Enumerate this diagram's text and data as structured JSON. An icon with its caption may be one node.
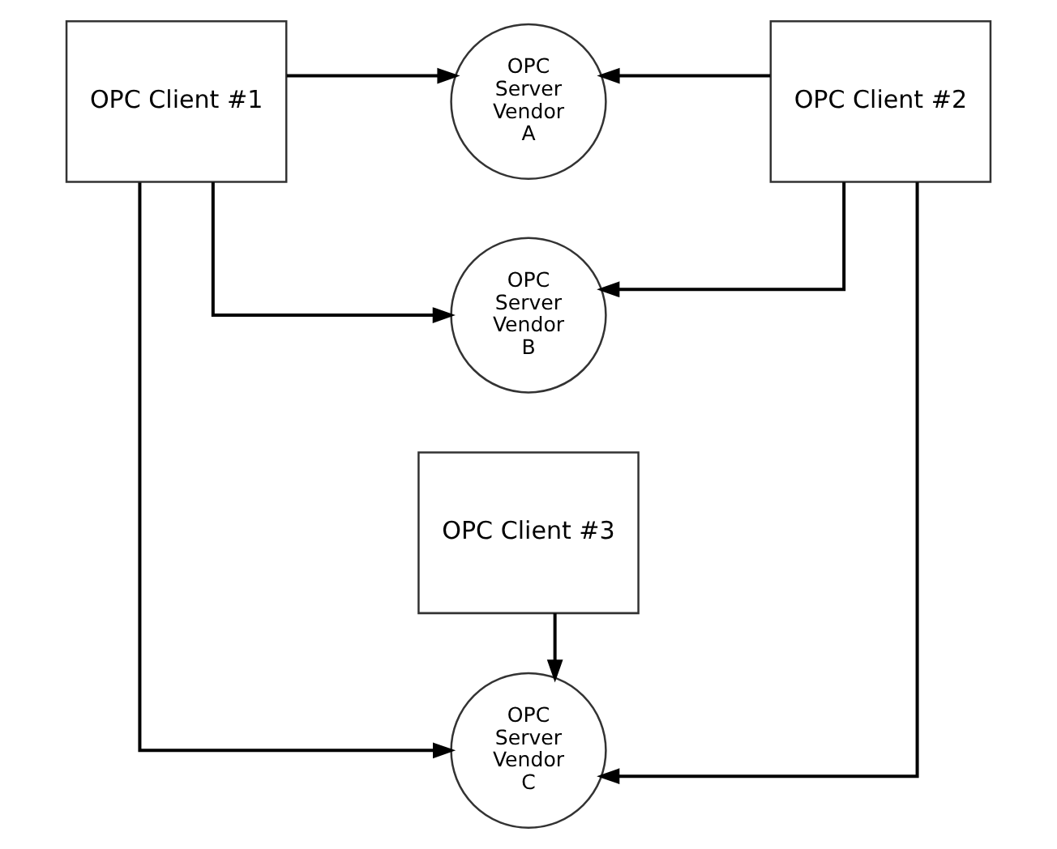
{
  "diagram": {
    "nodes": [
      {
        "text": [
          "OPC Server Vendor A"
        ]
      },
      {
        "text": [
          "OPC Client #1"
        ]
      },
      {
        "text": [
          "OPC Server Vendor B"
        ]
      },
      {
        "text": [
          "OPC Client #2"
        ]
      },
      {
        "text": [
          "OPC Server Vendor C"
        ]
      },
      {
        "text": [
          "OPC Client #3"
        ]
      }
    ],
    "edges": [
      {
        "from": 1,
        "to": 0,
        "arrow": "to"
      },
      {
        "from": 1,
        "to": 2,
        "arrow": "to"
      },
      {
        "from": 1,
        "to": 4,
        "arrow": "to"
      },
      {
        "from": 3,
        "to": 0,
        "arrow": "to"
      },
      {
        "from": 3,
        "to": 2,
        "arrow": "to"
      },
      {
        "from": 3,
        "to": 4,
        "arrow": "to"
      },
      {
        "from": 5,
        "to": 4,
        "arrow": "to"
      }
    ]
  }
}
